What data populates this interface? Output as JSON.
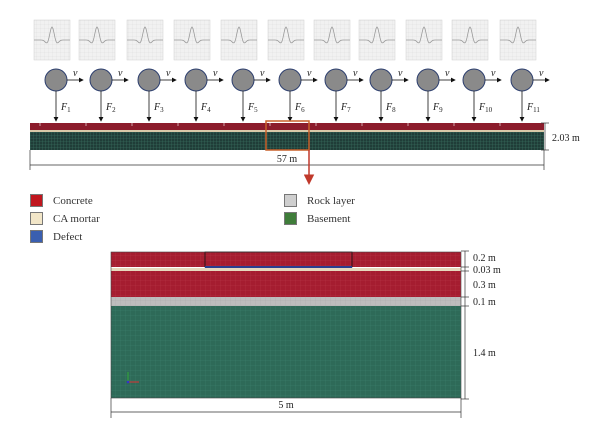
{
  "top_model": {
    "speed_symbol": "v",
    "forces": [
      {
        "main": "F",
        "sub": "1"
      },
      {
        "main": "F",
        "sub": "2"
      },
      {
        "main": "F",
        "sub": "3"
      },
      {
        "main": "F",
        "sub": "4"
      },
      {
        "main": "F",
        "sub": "5"
      },
      {
        "main": "F",
        "sub": "6"
      },
      {
        "main": "F",
        "sub": "7"
      },
      {
        "main": "F",
        "sub": "8"
      },
      {
        "main": "F",
        "sub": "9"
      },
      {
        "main": "F",
        "sub": "10"
      },
      {
        "main": "F",
        "sub": "11"
      }
    ],
    "height_label": "2.03 m",
    "length_label": "57 m"
  },
  "legend": [
    {
      "label": "Concrete",
      "color": "#c0161e"
    },
    {
      "label": "CA mortar",
      "color": "#f2e6c8"
    },
    {
      "label": "Defect",
      "color": "#3a5fb0"
    },
    {
      "label": "Rock layer",
      "color": "#cfcfcf"
    },
    {
      "label": "Basement",
      "color": "#3f7d3a"
    }
  ],
  "detail_model": {
    "layer_labels": [
      "0.2 m",
      "0.03 m",
      "0.3 m",
      "0.1 m",
      "1.4 m"
    ],
    "width_label": "5 m"
  },
  "colors": {
    "concrete": "#a01c2e",
    "mortar": "#e6d9bd",
    "defect": "#2a3f8f",
    "rock": "#bdbdbd",
    "basement": "#2f6b5a",
    "highlight": "#c8602a",
    "arrow": "#c0392b"
  }
}
